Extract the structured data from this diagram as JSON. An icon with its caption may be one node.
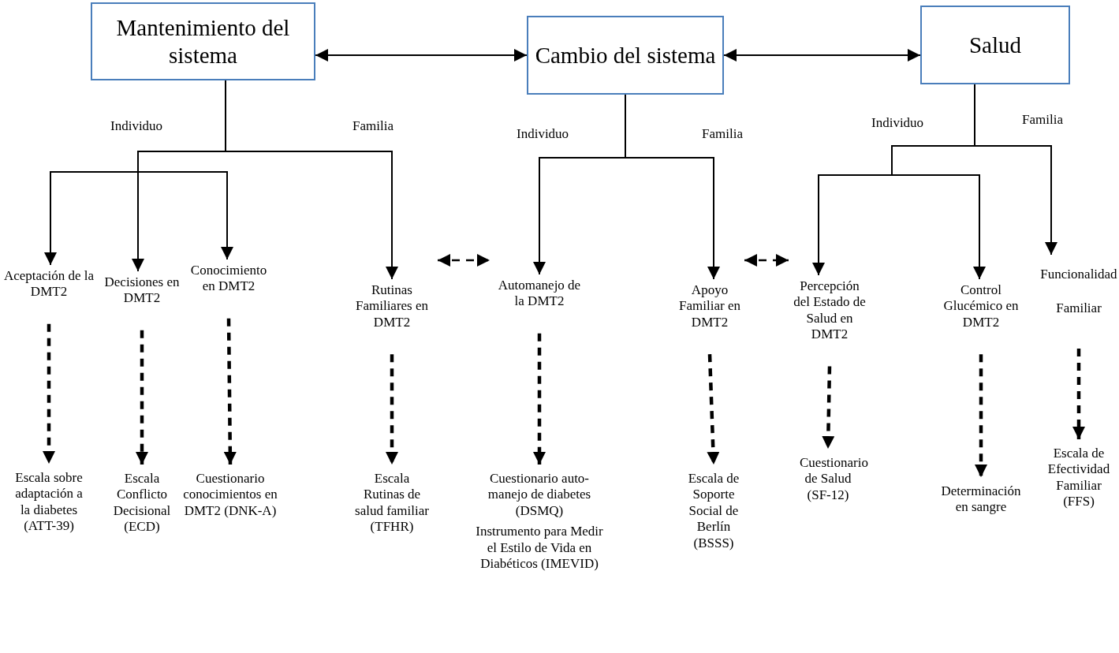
{
  "diagram": {
    "nodes": [
      {
        "text": [
          "Mantenimiento del sistema"
        ]
      },
      {
        "text": [
          "Cambio del sistema"
        ]
      },
      {
        "text": [
          "Salud"
        ]
      },
      {
        "text": [
          "Aceptación de la DMT2"
        ]
      },
      {
        "text": [
          "Decisiones en DMT2"
        ]
      },
      {
        "text": [
          "Conocimiento en DMT2"
        ]
      },
      {
        "text": [
          "Rutinas Familiares en DMT2"
        ]
      },
      {
        "text": [
          "Automanejo de la DMT2"
        ]
      },
      {
        "text": [
          "Apoyo Familiar en DMT2"
        ]
      },
      {
        "text": [
          "Percepción del Estado de Salud en DMT2"
        ]
      },
      {
        "text": [
          "Control Glucémico en DMT2"
        ]
      },
      {
        "text": [
          "Funcionalidad Familiar"
        ]
      },
      {
        "text": [
          "Escala sobre adaptación a la diabetes (ATT-39)"
        ]
      },
      {
        "text": [
          "Escala Conflicto Decisional (ECD)"
        ]
      },
      {
        "text": [
          "Cuestionario conocimientos en DMT2 (DNK-A)"
        ]
      },
      {
        "text": [
          "Escala Rutinas de salud familiar (TFHR)"
        ]
      },
      {
        "text": [
          "Cuestionario auto-manejo de diabetes (DSMQ)",
          "Instrumento para Medir el Estilo de Vida en Diabéticos (IMEVID)"
        ]
      },
      {
        "text": [
          "Escala de Soporte Social de Berlín (BSSS)"
        ]
      },
      {
        "text": [
          "Cuestionario de Salud (SF-12)"
        ]
      },
      {
        "text": [
          "Determinación en sangre"
        ]
      },
      {
        "text": [
          "Escala de Efectividad Familiar (FFS)"
        ]
      }
    ],
    "edges": [
      {
        "from": 0,
        "to": 1,
        "arrow": "both"
      },
      {
        "from": 1,
        "to": 2,
        "arrow": "both"
      },
      {
        "from": 0,
        "to": 3,
        "arrow": "to"
      },
      {
        "from": 0,
        "to": 4,
        "arrow": "to"
      },
      {
        "from": 0,
        "to": 5,
        "arrow": "to"
      },
      {
        "from": 0,
        "to": 6,
        "arrow": "to"
      },
      {
        "from": 1,
        "to": 7,
        "arrow": "to"
      },
      {
        "from": 1,
        "to": 8,
        "arrow": "to"
      },
      {
        "from": 2,
        "to": 9,
        "arrow": "to"
      },
      {
        "from": 2,
        "to": 10,
        "arrow": "to"
      },
      {
        "from": 2,
        "to": 11,
        "arrow": "to"
      },
      {
        "from": 6,
        "to": 7,
        "arrow": "both",
        "style": "dashed"
      },
      {
        "from": 8,
        "to": 9,
        "arrow": "both",
        "style": "dashed"
      },
      {
        "from": 3,
        "to": 12,
        "arrow": "to",
        "style": "dashed"
      },
      {
        "from": 4,
        "to": 13,
        "arrow": "to",
        "style": "dashed"
      },
      {
        "from": 5,
        "to": 14,
        "arrow": "to",
        "style": "dashed"
      },
      {
        "from": 6,
        "to": 15,
        "arrow": "to",
        "style": "dashed"
      },
      {
        "from": 7,
        "to": 16,
        "arrow": "to",
        "style": "dashed"
      },
      {
        "from": 8,
        "to": 17,
        "arrow": "to",
        "style": "dashed"
      },
      {
        "from": 9,
        "to": 18,
        "arrow": "to",
        "style": "dashed"
      },
      {
        "from": 10,
        "to": 19,
        "arrow": "to",
        "style": "dashed"
      },
      {
        "from": 11,
        "to": 20,
        "arrow": "to",
        "style": "dashed"
      }
    ],
    "labels": [
      "Individuo",
      "Familia",
      "Individuo",
      "Familia",
      "Individuo",
      "Familia"
    ]
  }
}
